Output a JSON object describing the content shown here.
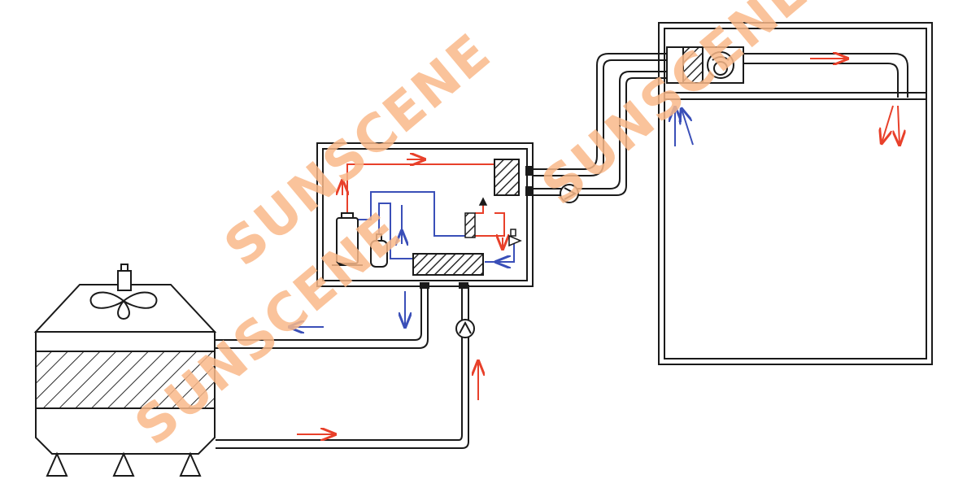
{
  "watermark": {
    "text": "SUNSCENE",
    "orange": "#f9b98a",
    "blue": "#a9c4e8"
  },
  "colors": {
    "line": "#1a1a1a",
    "hot_flow": "#e8402a",
    "cold_flow": "#3a4fb8",
    "hatch": "#2a2a2a"
  },
  "components": {
    "cooling_tower": "cooling-tower",
    "tower_fan": "fan-icon",
    "heat_pump_unit": "heat-pump-unit",
    "compressor": "compressor-icon",
    "liquid_receiver": "receiver-icon",
    "condenser": "plate-heat-exchanger",
    "evaporator": "water-cooled-condenser",
    "expansion_valve": "expansion-valve-icon",
    "water_pump_room": "pump-icon",
    "water_pump_tower": "pump-icon",
    "drying_room": "drying-room",
    "fan_coil": "fan-coil-unit"
  }
}
